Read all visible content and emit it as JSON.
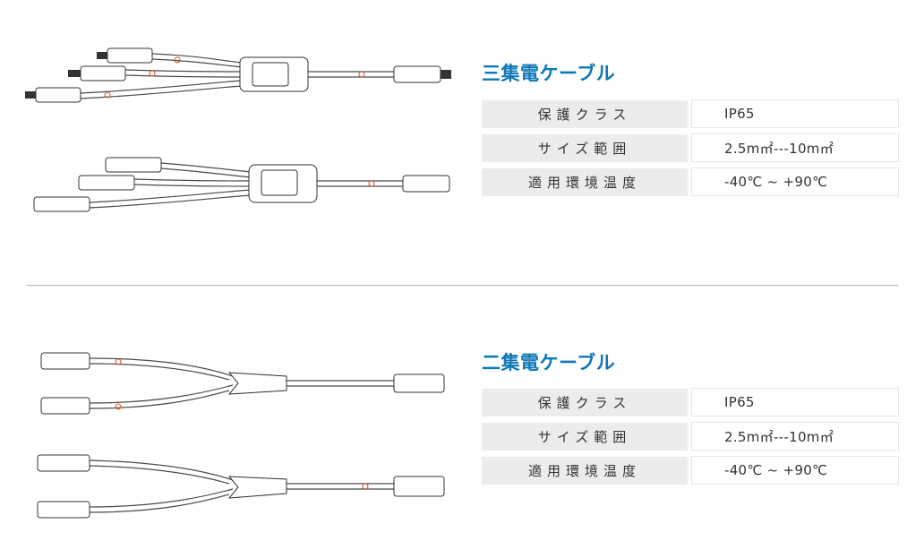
{
  "sections": [
    {
      "title": "三集電ケーブル",
      "specs": [
        {
          "label": "保護クラス",
          "value": "IP65"
        },
        {
          "label": "サイズ範囲",
          "value": "2.5m㎡---10m㎡"
        },
        {
          "label": "適用環境温度",
          "value": "-40℃ ~ +90℃"
        }
      ]
    },
    {
      "title": "二集電ケーブル",
      "specs": [
        {
          "label": "保護クラス",
          "value": "IP65"
        },
        {
          "label": "サイズ範囲",
          "value": "2.5m㎡---10m㎡"
        },
        {
          "label": "適用環境温度",
          "value": "-40℃ ~ +90℃"
        }
      ]
    }
  ],
  "colors": {
    "title": "#0f78b8",
    "label_bg": "#ececec",
    "divider": "#b4b4b4",
    "mark": "#d4532a"
  }
}
